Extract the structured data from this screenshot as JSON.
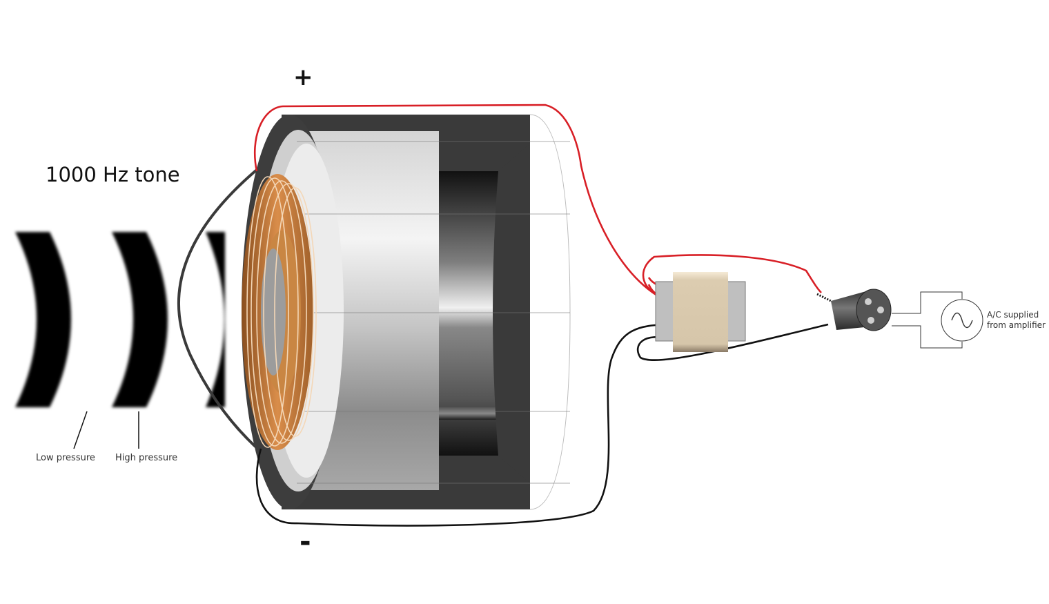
{
  "labels": {
    "title": "1000 Hz tone",
    "plus": "+",
    "minus": "-",
    "low_pressure": "Low pressure",
    "high_pressure": "High pressure",
    "ac_line1": "A/C supplied",
    "ac_line2": "from amplifier"
  },
  "colors": {
    "wave": "#000000",
    "magnet_dark": "#3a3a3a",
    "magnet_light": "#e6e6e6",
    "copper": "#c27a3a",
    "wire_positive": "#d81f26",
    "wire_negative": "#111111",
    "transformer_core": "#bfbfbf",
    "transformer_coil": "#d8c8ad"
  },
  "icons": {
    "ac_source": "sine-wave-icon",
    "connector": "xlr-connector-icon"
  }
}
